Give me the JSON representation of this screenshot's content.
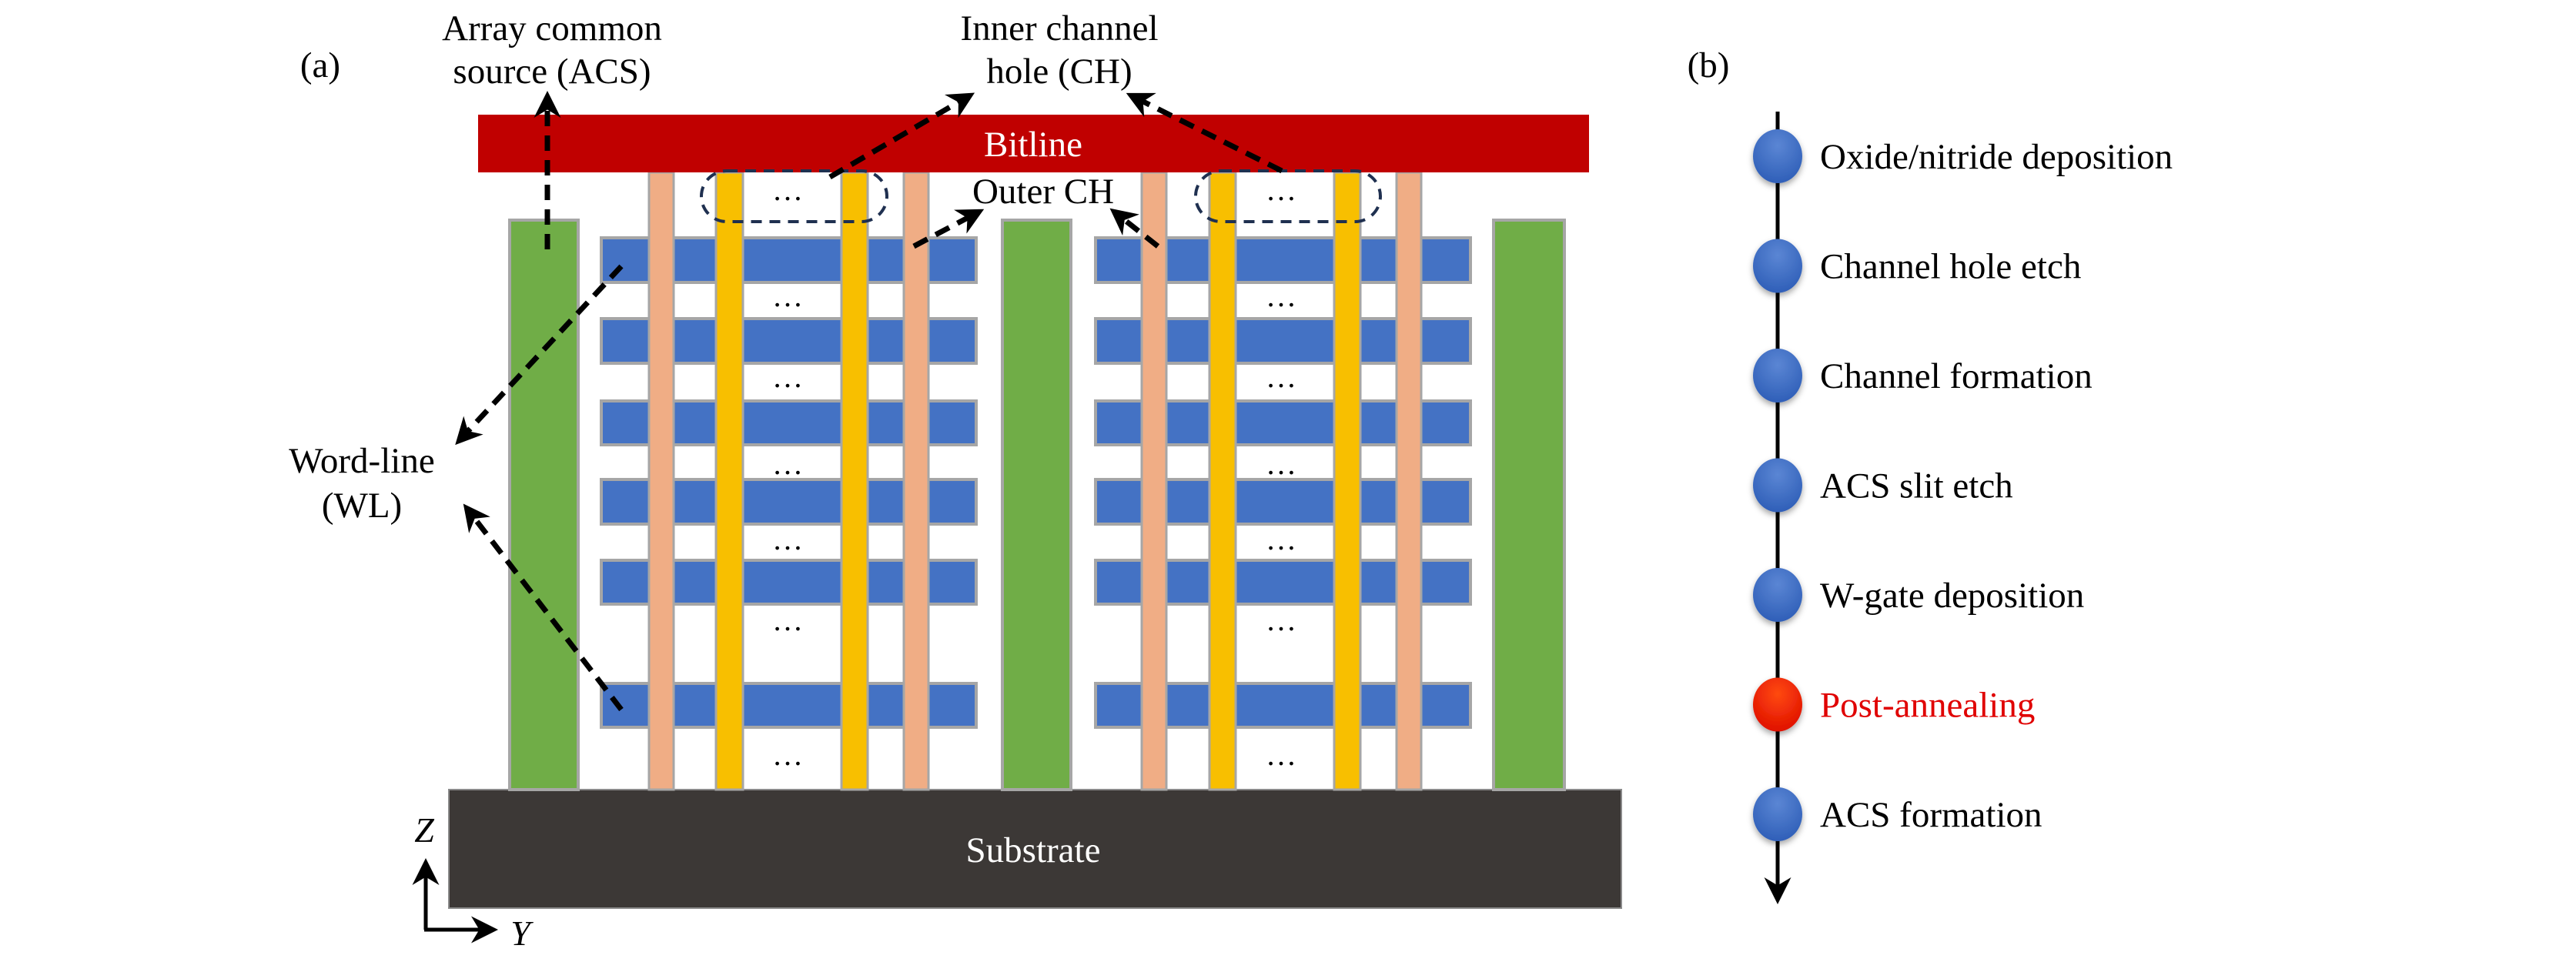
{
  "panel_a": {
    "label": "(a)",
    "annotations": {
      "acs_line1": "Array common",
      "acs_line2": "source (ACS)",
      "inner_ch_line1": "Inner channel",
      "inner_ch_line2": "hole (CH)",
      "outer_ch": "Outer CH",
      "wl_line1": "Word-line",
      "wl_line2": "(WL)"
    },
    "layers": {
      "bitline": "Bitline",
      "substrate": "Substrate"
    },
    "ellipsis": "…",
    "axes": {
      "vertical": "Z",
      "horizontal": "Y"
    },
    "colors": {
      "bitline": "#C00000",
      "acs": "#70AD47",
      "wordline": "#4472C4",
      "outer_ch": "#F0AD85",
      "inner_ch": "#F8BF00",
      "substrate": "#3C3836",
      "outline": "#A6A6A6",
      "dashed_box": "#1F3050"
    }
  },
  "panel_b": {
    "label": "(b)",
    "steps": [
      {
        "label": "Oxide/nitride deposition",
        "highlight": false
      },
      {
        "label": "Channel hole etch",
        "highlight": false
      },
      {
        "label": "Channel formation",
        "highlight": false
      },
      {
        "label": "ACS slit etch",
        "highlight": false
      },
      {
        "label": "W-gate deposition",
        "highlight": false
      },
      {
        "label": "Post-annealing",
        "highlight": true
      },
      {
        "label": "ACS formation",
        "highlight": false
      }
    ],
    "colors": {
      "normal_dot": "#4472C4",
      "highlight_dot": "#F03A0A",
      "normal_text": "#000000",
      "highlight_text": "#E00000"
    }
  }
}
